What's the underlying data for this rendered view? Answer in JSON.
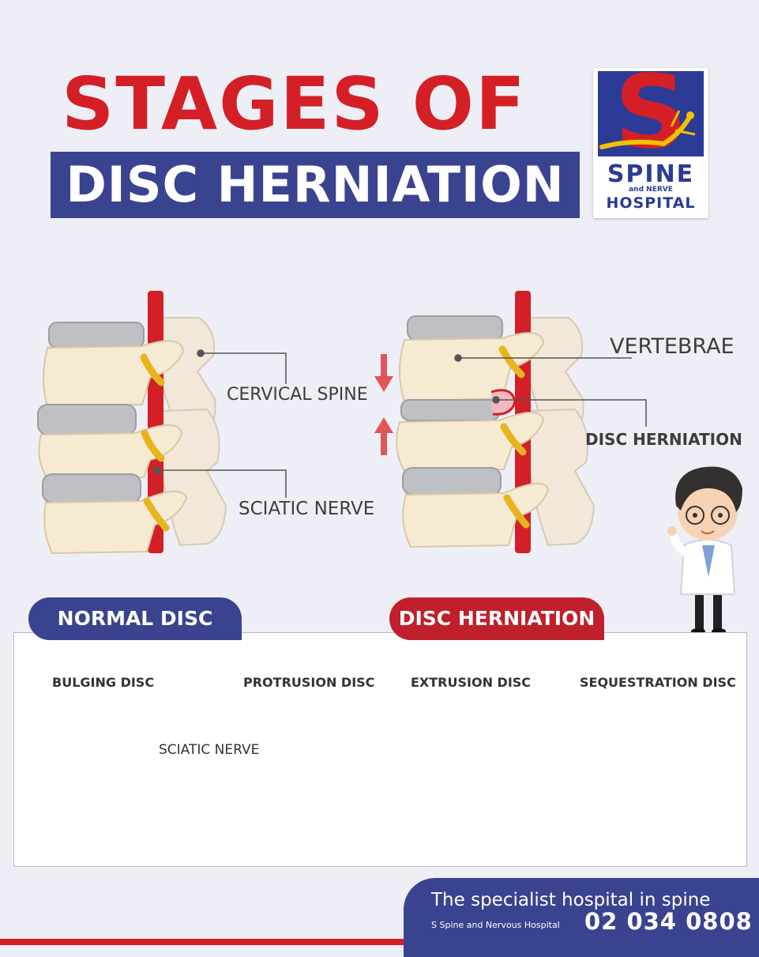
{
  "title": {
    "line1": "STAGES OF",
    "line2": "DISC HERNIATION"
  },
  "logo": {
    "letter": "S",
    "line1": "SPINE",
    "line2": "and NERVE",
    "line3": "HOSPITAL"
  },
  "labels": {
    "cervical_spine": "CERVICAL SPINE",
    "sciatic_nerve": "SCIATIC NERVE",
    "vertebrae": "VERTEBRAE",
    "disc_herniation": "DISC HERNIATION"
  },
  "pills": {
    "normal": "NORMAL DISC",
    "herniation": "DISC HERNIATION"
  },
  "stages": [
    {
      "label": "BULGING DISC"
    },
    {
      "label": "PROTRUSION DISC"
    },
    {
      "label": "EXTRUSION DISC"
    },
    {
      "label": "SEQUESTRATION DISC"
    }
  ],
  "stage_nerve_label": "SCIATIC NERVE",
  "footer": {
    "tagline": "The specialist hospital in spine",
    "hospital_name": "S Spine and Nervous Hospital",
    "phone": "02 034 0808"
  },
  "colors": {
    "red": "#d41f26",
    "navy": "#3a4390",
    "bone": "#f7ead2",
    "disc": "#c9c9cd",
    "nucleus": "#f3b9c2",
    "bg": "#eeeff6"
  }
}
